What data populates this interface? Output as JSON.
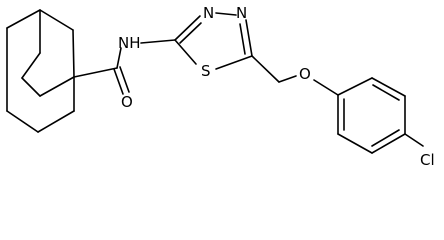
{
  "diagram": {
    "atom_labels": {
      "amide_nitrogen": "NH",
      "ring_nitrogen_left": "N",
      "ring_nitrogen_right": "N",
      "sulfur": "S",
      "carbonyl_oxygen": "O",
      "ether_oxygen": "O",
      "chlorine": "Cl"
    },
    "colors": {
      "bond": "#000000",
      "label": "#000000",
      "background": "#ffffff"
    }
  }
}
